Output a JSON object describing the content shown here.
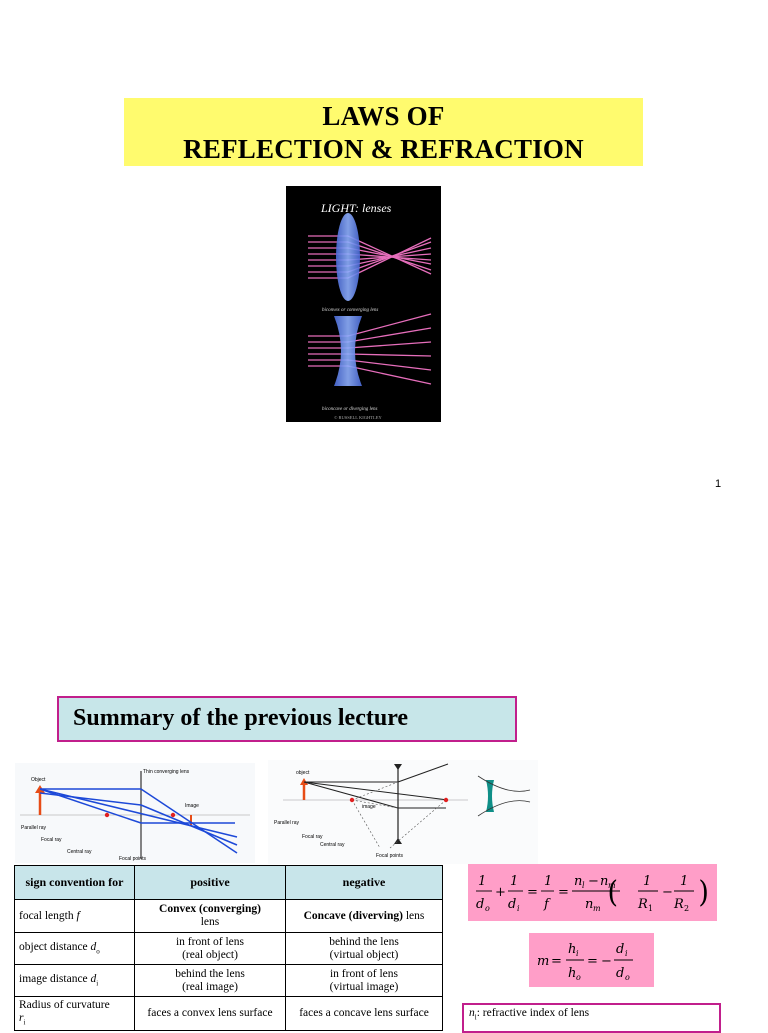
{
  "slide1": {
    "title_line1": "LAWS OF",
    "title_line2": "REFLECTION & REFRACTION",
    "cover_image": {
      "heading": "LIGHT: lenses",
      "caption_top": "biconvex or converging lens",
      "caption_bottom": "biconcave or diverging lens",
      "credit": "© RUSSELL KIGHTLEY"
    },
    "page_number": "1"
  },
  "slide2": {
    "heading": "Summary of the previous lecture",
    "diagram_converging": {
      "labels": [
        "Object",
        "Thin converging lens",
        "Image",
        "Parallel ray",
        "Focal ray",
        "Central ray",
        "Focal points"
      ]
    },
    "diagram_diverging": {
      "labels": [
        "object",
        "image",
        "Parallel ray",
        "Focal ray",
        "Central ray",
        "Focal points"
      ]
    },
    "table": {
      "header": [
        "sign convention for",
        "positive",
        "negative"
      ],
      "rows": [
        {
          "label": "focal length",
          "symbol": "f",
          "pos_bold": "Convex (converging)",
          "pos": "lens",
          "neg_bold": "Concave (diverving)",
          "neg": "lens"
        },
        {
          "label": "object distance",
          "symbol": "d",
          "sub": "o",
          "pos": "in front of lens",
          "pos2": "(real object)",
          "neg": "behind the lens",
          "neg2": "(virtual object)"
        },
        {
          "label": "image distance",
          "symbol": "d",
          "sub": "i",
          "pos": "behind the lens",
          "pos2": "(real image)",
          "neg": "in front of lens",
          "neg2": "(virtual image)"
        },
        {
          "label": "Radius of curvature",
          "symbol": "r",
          "sub": "i",
          "pos": "faces a convex lens surface",
          "neg": "faces a concave lens surface"
        }
      ]
    },
    "note": {
      "symbol": "n",
      "sub": "l",
      "text": ": refractive index of lens"
    },
    "colors": {
      "title_bg": "#fffb6e",
      "heading_bg": "#c7e6e9",
      "heading_border": "#c11f8c",
      "formula_bg": "#ff9ec8"
    }
  }
}
